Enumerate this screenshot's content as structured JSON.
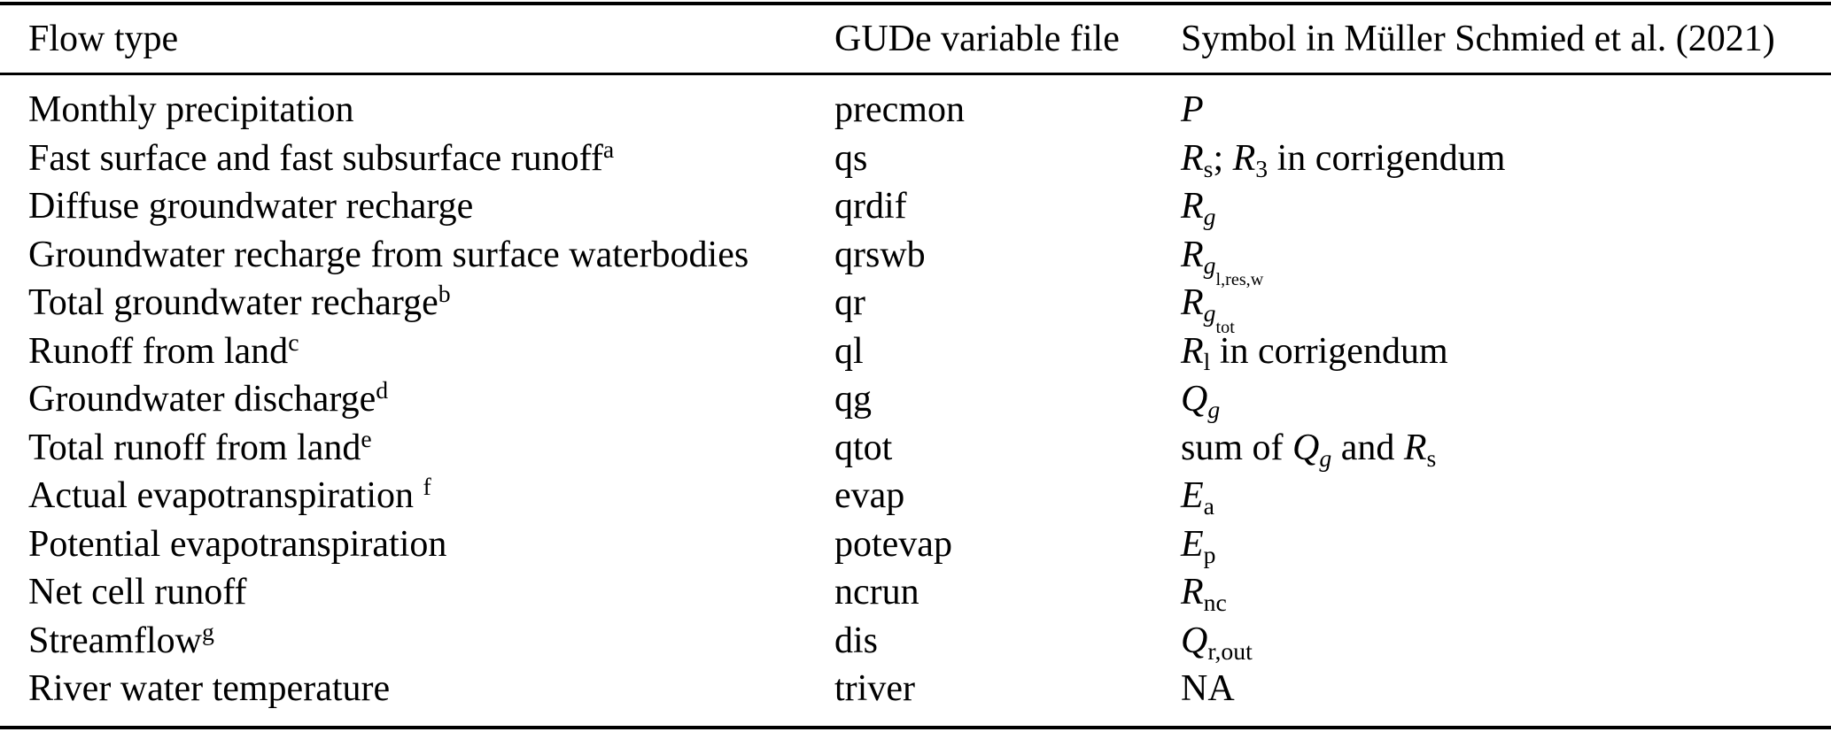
{
  "colors": {
    "text": "#000000",
    "background": "#ffffff",
    "rule": "#000000"
  },
  "table": {
    "columns": [
      {
        "label": "Flow type"
      },
      {
        "label": "GUDe variable file"
      },
      {
        "label": "Symbol in Müller Schmied et al. (2021)"
      }
    ],
    "rows": [
      {
        "flow": [
          {
            "t": "Monthly precipitation"
          }
        ],
        "file": "precmon",
        "symbol": [
          {
            "t": "P",
            "i": 1
          }
        ]
      },
      {
        "flow": [
          {
            "t": "Fast surface and fast subsurface runoff"
          },
          {
            "t": "a",
            "sup": 1
          }
        ],
        "file": "qs",
        "symbol": [
          {
            "t": "R",
            "i": 1
          },
          {
            "t": "s",
            "l": 1
          },
          {
            "t": "; "
          },
          {
            "t": "R",
            "i": 1
          },
          {
            "t": "3",
            "l": 1
          },
          {
            "t": " in corrigendum"
          }
        ]
      },
      {
        "flow": [
          {
            "t": "Diffuse groundwater recharge"
          }
        ],
        "file": "qrdif",
        "symbol": [
          {
            "t": "R",
            "i": 1
          },
          {
            "t": "g",
            "i": 1,
            "l": 1
          }
        ]
      },
      {
        "flow": [
          {
            "t": "Groundwater recharge from surface waterbodies"
          }
        ],
        "file": "qrswb",
        "symbol": [
          {
            "t": "R",
            "i": 1
          },
          {
            "t": "g",
            "i": 1,
            "l": 1
          },
          {
            "t": "l,res,w",
            "l": 2
          }
        ]
      },
      {
        "flow": [
          {
            "t": "Total groundwater recharge"
          },
          {
            "t": "b",
            "sup": 1
          }
        ],
        "file": "qr",
        "symbol": [
          {
            "t": "R",
            "i": 1
          },
          {
            "t": "g",
            "i": 1,
            "l": 1
          },
          {
            "t": "tot",
            "l": 2
          }
        ]
      },
      {
        "flow": [
          {
            "t": "Runoff from land"
          },
          {
            "t": "c",
            "sup": 1
          }
        ],
        "file": "ql",
        "symbol": [
          {
            "t": "R",
            "i": 1
          },
          {
            "t": "l",
            "l": 1
          },
          {
            "t": " in corrigendum"
          }
        ]
      },
      {
        "flow": [
          {
            "t": "Groundwater discharge"
          },
          {
            "t": "d",
            "sup": 1
          }
        ],
        "file": "qg",
        "symbol": [
          {
            "t": "Q",
            "i": 1
          },
          {
            "t": "g",
            "i": 1,
            "l": 1
          }
        ]
      },
      {
        "flow": [
          {
            "t": "Total runoff from land"
          },
          {
            "t": "e",
            "sup": 1
          }
        ],
        "file": "qtot",
        "symbol": [
          {
            "t": "sum of "
          },
          {
            "t": "Q",
            "i": 1
          },
          {
            "t": "g",
            "i": 1,
            "l": 1
          },
          {
            "t": " and "
          },
          {
            "t": "R",
            "i": 1
          },
          {
            "t": "s",
            "l": 1
          }
        ]
      },
      {
        "flow": [
          {
            "t": "Actual evapotranspiration "
          },
          {
            "t": "f",
            "sup": 1
          }
        ],
        "file": "evap",
        "symbol": [
          {
            "t": "E",
            "i": 1
          },
          {
            "t": "a",
            "l": 1
          }
        ]
      },
      {
        "flow": [
          {
            "t": "Potential evapotranspiration"
          }
        ],
        "file": "potevap",
        "symbol": [
          {
            "t": "E",
            "i": 1
          },
          {
            "t": "p",
            "l": 1
          }
        ]
      },
      {
        "flow": [
          {
            "t": "Net cell runoff"
          }
        ],
        "file": "ncrun",
        "symbol": [
          {
            "t": "R",
            "i": 1
          },
          {
            "t": "nc",
            "l": 1
          }
        ]
      },
      {
        "flow": [
          {
            "t": "Streamflow"
          },
          {
            "t": "g",
            "sup": 1
          }
        ],
        "file": "dis",
        "symbol": [
          {
            "t": "Q",
            "i": 1
          },
          {
            "t": "r,out",
            "l": 1
          }
        ]
      },
      {
        "flow": [
          {
            "t": "River water temperature"
          }
        ],
        "file": "triver",
        "symbol": [
          {
            "t": "NA"
          }
        ]
      }
    ]
  }
}
